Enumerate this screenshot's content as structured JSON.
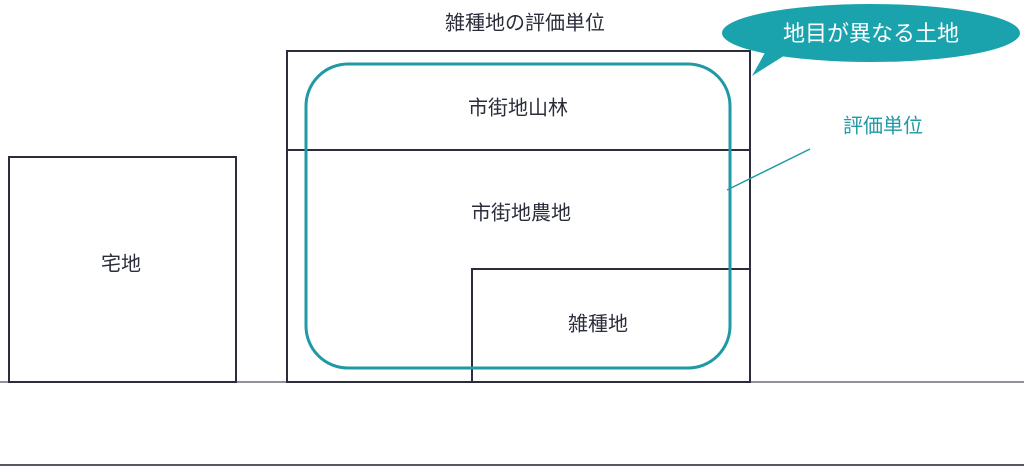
{
  "title": "雑種地の評価単位",
  "callout": {
    "text": "地目が異なる土地",
    "color": "#1aa3ad"
  },
  "annotation": {
    "text": "評価単位",
    "color": "#1f9aa5"
  },
  "parcels": {
    "residential": "宅地",
    "urban_forest": "市街地山林",
    "urban_farmland": "市街地農地",
    "misc_land": "雑種地"
  },
  "colors": {
    "outline": "#2b2e3a",
    "evaluation_unit": "#1f9aa5",
    "ground_line": "#6b6e78"
  }
}
